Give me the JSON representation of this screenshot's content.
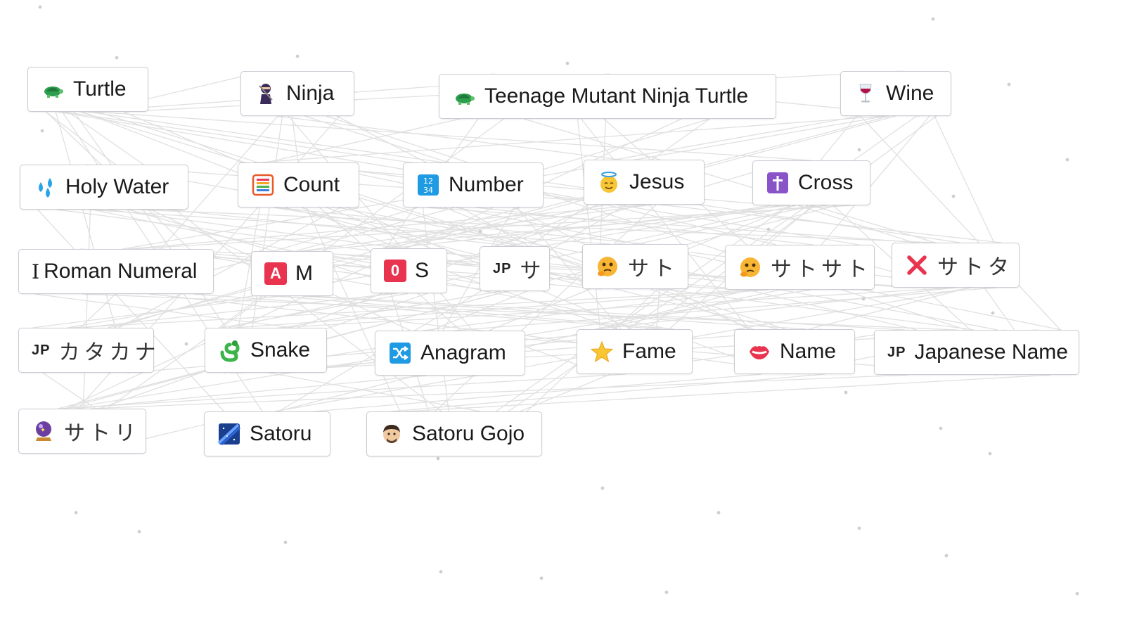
{
  "canvas": {
    "background": "#ffffff",
    "line_color": "#d6d6d6",
    "dot_color": "#cfcfcf"
  },
  "items": {
    "turtle": {
      "label": "Turtle",
      "icon": "turtle-icon"
    },
    "ninja": {
      "label": "Ninja",
      "icon": "ninja-icon"
    },
    "tmnt": {
      "label": "Teenage Mutant Ninja Turtle",
      "icon": "turtle-icon"
    },
    "wine": {
      "label": "Wine",
      "icon": "wine-glass-icon"
    },
    "holy_water": {
      "label": "Holy Water",
      "icon": "water-drops-icon"
    },
    "count": {
      "label": "Count",
      "icon": "abacus-icon"
    },
    "number": {
      "label": "Number",
      "icon": "numbers-1234-icon"
    },
    "jesus": {
      "label": "Jesus",
      "icon": "halo-face-icon"
    },
    "cross": {
      "label": "Cross",
      "icon": "latin-cross-icon"
    },
    "roman_numeral": {
      "label": "Roman Numeral",
      "icon_text": "I"
    },
    "m": {
      "label": "M",
      "icon": "letter-a-icon",
      "icon_text": "A"
    },
    "s": {
      "label": "S",
      "icon": "digit-zero-icon",
      "icon_text": "0"
    },
    "sa": {
      "label": "サ",
      "icon_text": "JP"
    },
    "sato": {
      "label": "サト",
      "icon": "thinking-face-icon"
    },
    "satosato": {
      "label": "サトサト",
      "icon": "thinking-face-icon"
    },
    "satota": {
      "label": "サトタ",
      "icon": "cross-mark-icon"
    },
    "katakana": {
      "label": "カタカナ",
      "icon_text": "JP"
    },
    "snake": {
      "label": "Snake",
      "icon": "snake-icon"
    },
    "anagram": {
      "label": "Anagram",
      "icon": "shuffle-icon"
    },
    "fame": {
      "label": "Fame",
      "icon": "star-icon"
    },
    "name": {
      "label": "Name",
      "icon": "lips-icon"
    },
    "japanese_name": {
      "label": "Japanese Name",
      "icon_text": "JP"
    },
    "satori": {
      "label": "サトリ",
      "icon": "crystal-ball-icon"
    },
    "satoru": {
      "label": "Satoru",
      "icon": "night-sky-icon"
    },
    "satoru_gojo": {
      "label": "Satoru Gojo",
      "icon": "man-face-icon"
    }
  }
}
